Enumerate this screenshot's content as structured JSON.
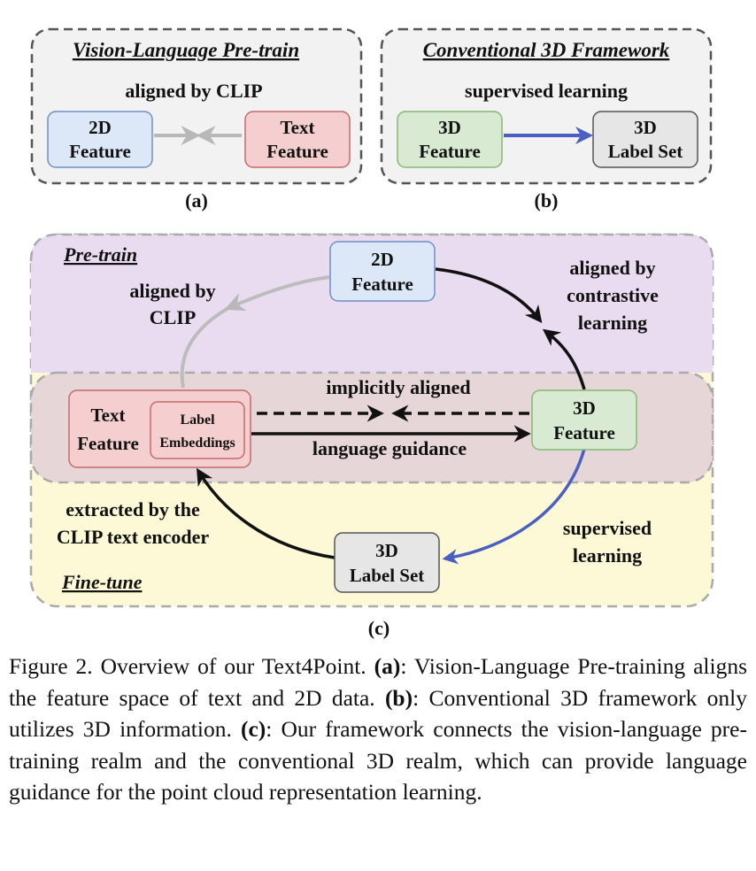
{
  "panel_a": {
    "title": "Vision-Language Pre-train",
    "relation": "aligned by CLIP",
    "left_box": [
      "2D",
      "Feature"
    ],
    "right_box": [
      "Text",
      "Feature"
    ],
    "label": "(a)"
  },
  "panel_b": {
    "title": "Conventional 3D Framework",
    "relation": "supervised learning",
    "left_box": [
      "3D",
      "Feature"
    ],
    "right_box": [
      "3D",
      "Label Set"
    ],
    "label": "(b)"
  },
  "panel_c": {
    "region_pretrain": "Pre-train",
    "region_finetune": "Fine-tune",
    "box_2d": [
      "2D",
      "Feature"
    ],
    "box_text": [
      "Text",
      "Feature"
    ],
    "box_label_emb": [
      "Label",
      "Embeddings"
    ],
    "box_3d": [
      "3D",
      "Feature"
    ],
    "box_labelset": [
      "3D",
      "Label Set"
    ],
    "aligned_clip": [
      "aligned by",
      "CLIP"
    ],
    "aligned_contrastive": [
      "aligned by",
      "contrastive",
      "learning"
    ],
    "implicitly": "implicitly aligned",
    "language_guidance": "language guidance",
    "extracted": [
      "extracted by the",
      "CLIP text encoder"
    ],
    "supervised": [
      "supervised",
      "learning"
    ],
    "label": "(c)"
  },
  "caption": {
    "fig": "Figure 2. Overview of our Text4Point.",
    "a_tag": "(a)",
    "a_text": ": Vision-Language Pre-training aligns the feature space of text and 2D data.",
    "b_tag": "(b)",
    "b_text": ": Conventional 3D framework only utilizes 3D information.",
    "c_tag": "(c)",
    "c_text": ": Our framework connects the vision-language pre-training realm and the conventional 3D realm, which can provide language guidance for the point cloud representation learning."
  },
  "colors": {
    "blue_fill": "#dce8f8",
    "blue_stroke": "#6f8fc6",
    "red_fill": "#f5cfcf",
    "red_stroke": "#c46a6a",
    "green_fill": "#d9ead3",
    "green_stroke": "#84b874",
    "gray_fill": "#e6e6e6",
    "gray_stroke": "#555555",
    "purple_region": "#eadcf0",
    "mid_region": "#e6d6d8",
    "yellow_region": "#fdf9d6",
    "arrow_blue": "#4a5fc1",
    "arrow_gray": "#b8b8b8"
  }
}
